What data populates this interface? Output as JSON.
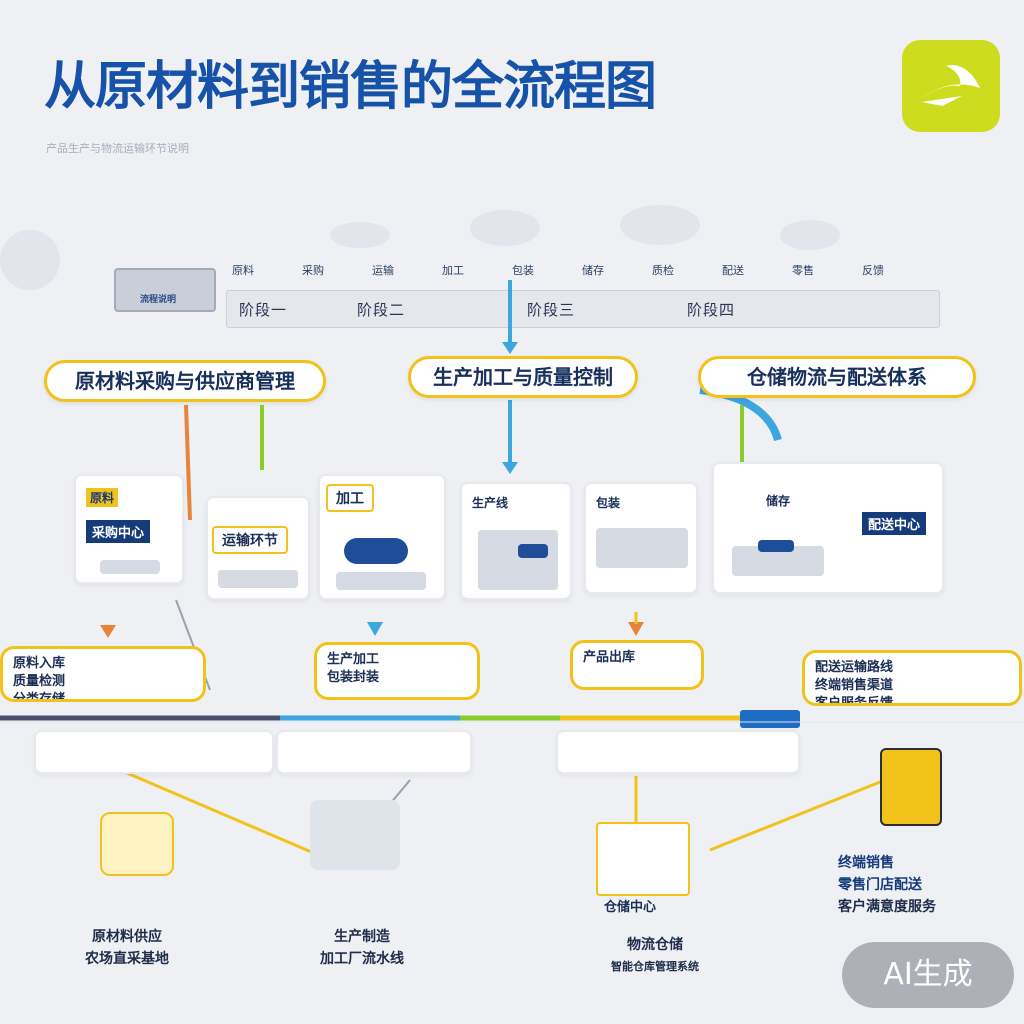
{
  "header": {
    "title": "从原材料到销售的全流程图",
    "subtitle": "产品生产与物流运输环节说明",
    "logo_icon": "bird-logo-icon"
  },
  "info_panel": {
    "label": "流程说明"
  },
  "column_labels": [
    "原料",
    "采购",
    "运输",
    "加工",
    "包装",
    "储存",
    "质检",
    "配送",
    "零售",
    "反馈"
  ],
  "ribbon": {
    "segments": [
      "阶段一",
      "阶段二",
      "阶段三",
      "阶段四"
    ]
  },
  "stages": [
    {
      "label": "原材料采购与供应商管理"
    },
    {
      "label": "生产加工与质量控制"
    },
    {
      "label": "仓储物流与配送体系"
    }
  ],
  "cards": [
    {
      "top": "原料",
      "tag": "采购中心"
    },
    {
      "tag": "运输环节"
    },
    {
      "top": "加工"
    },
    {
      "top": "生产线"
    },
    {
      "top": "包装"
    },
    {
      "top": "储存",
      "tag": "配送中心"
    }
  ],
  "lower_boxes": [
    {
      "text": "原料入库\n质量检测\n分类存储"
    },
    {
      "text": "生产加工\n包装封装"
    },
    {
      "text": "产品出库"
    },
    {
      "text": "配送运输路线\n终端销售渠道\n客户服务反馈"
    }
  ],
  "footer": {
    "items": [
      {
        "line1": "原材料供应",
        "line2": "农场直采基地"
      },
      {
        "line1": "生产制造",
        "line2": "加工厂流水线"
      },
      {
        "line1": "物流仓储",
        "line2": "智能仓库管理系统"
      },
      {
        "line1": "终端销售",
        "line2": "零售门店配送",
        "line3": "客户满意度服务"
      }
    ],
    "warehouse_label": "仓储中心"
  },
  "badge": {
    "text": "AI生成"
  },
  "colors": {
    "title_blue": "#1552a8",
    "accent_yellow": "#f2c21a",
    "flow_blue": "#3da5e0",
    "flow_orange": "#e8843a",
    "flow_green": "#8ccc2a",
    "navy": "#163b7a",
    "logo_lime": "#cddc1f"
  }
}
